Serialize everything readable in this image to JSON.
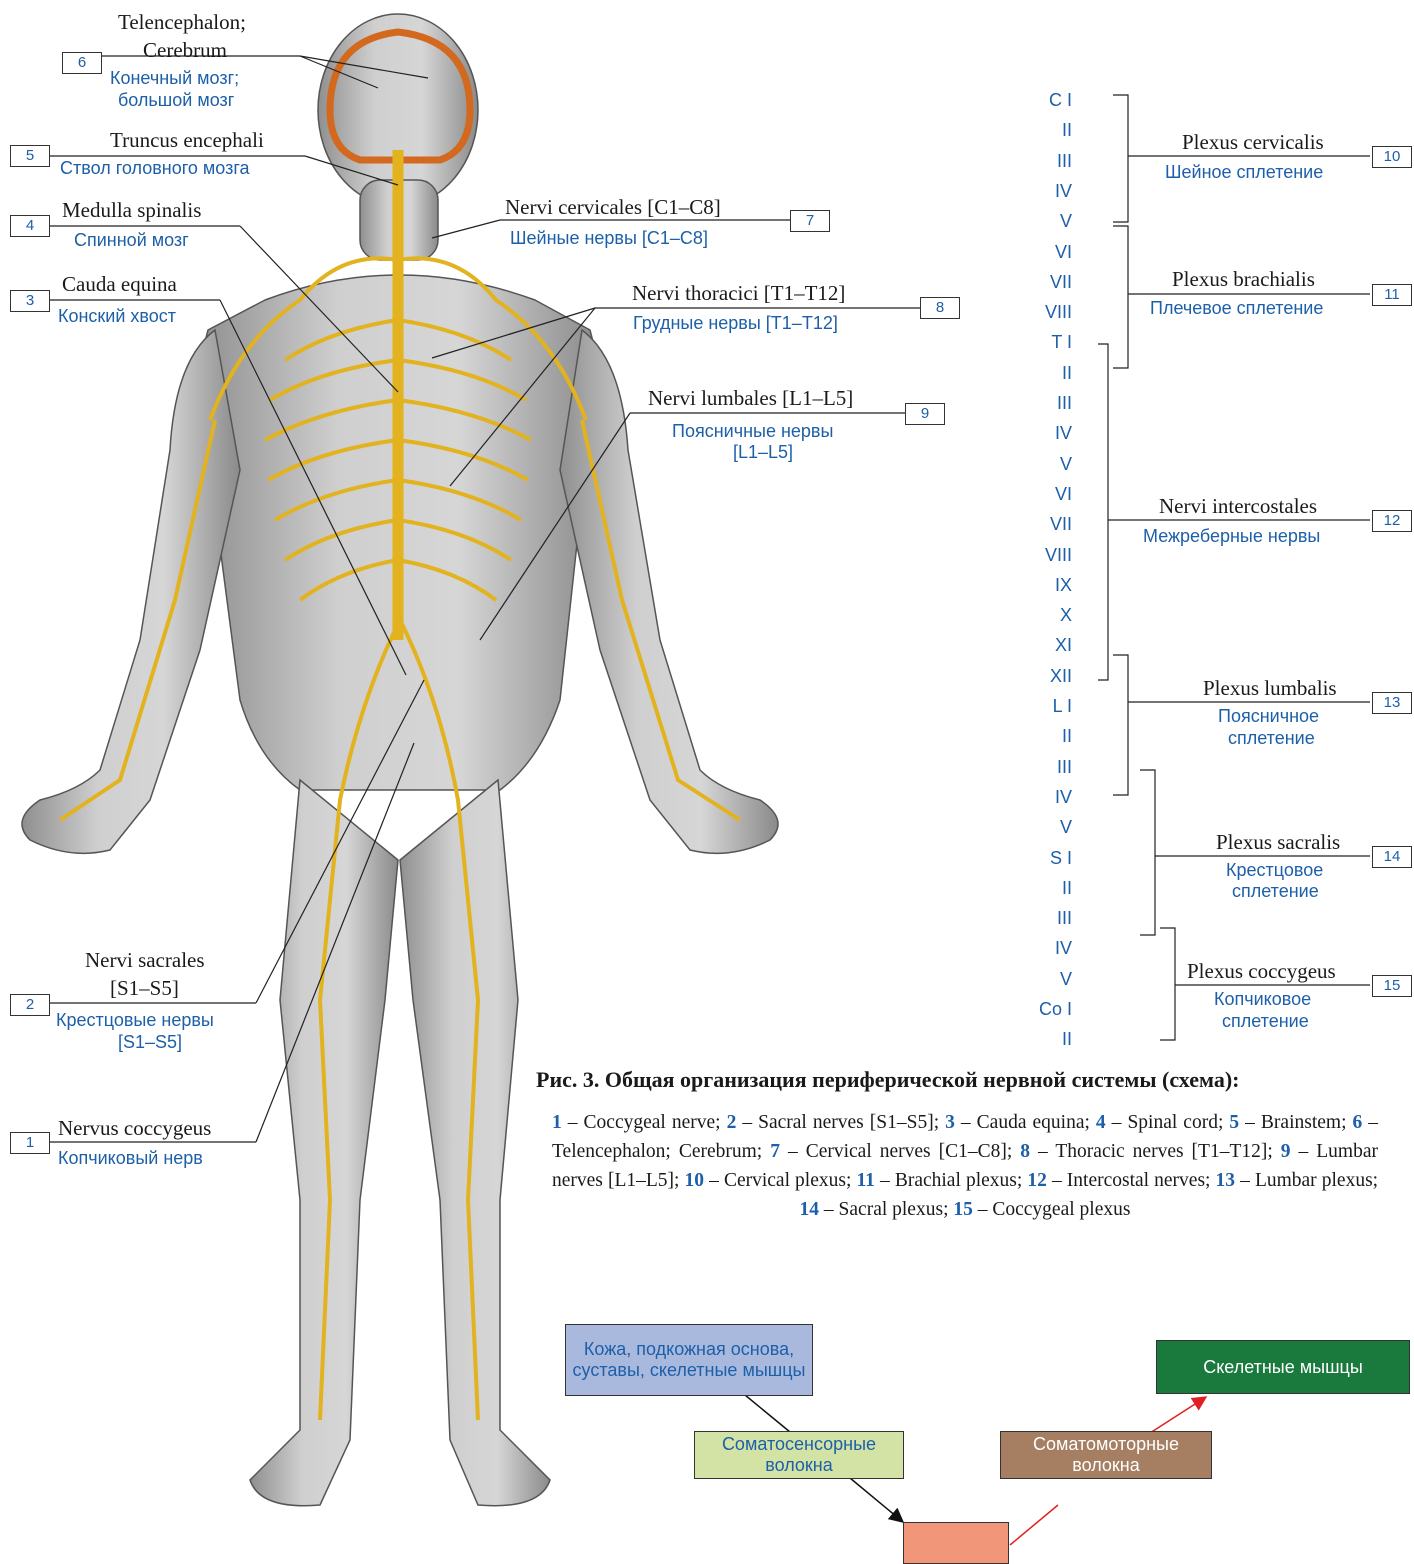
{
  "labels": {
    "l6": {
      "num": "6",
      "latin1": "Telencephalon;",
      "latin2": "Cerebrum",
      "ru1": "Конечный мозг;",
      "ru2": "большой мозг"
    },
    "l5": {
      "num": "5",
      "latin": "Truncus encephali",
      "ru": "Ствол головного мозга"
    },
    "l4": {
      "num": "4",
      "latin": "Medulla spinalis",
      "ru": "Спинной мозг"
    },
    "l3": {
      "num": "3",
      "latin": "Cauda equina",
      "ru": "Конский хвост"
    },
    "l2": {
      "num": "2",
      "latin1": "Nervi sacrales",
      "latin2": "[S1–S5]",
      "ru1": "Крестцовые нервы",
      "ru2": "[S1–S5]"
    },
    "l1": {
      "num": "1",
      "latin": "Nervus coccygeus",
      "ru": "Копчиковый нерв"
    },
    "l7": {
      "num": "7",
      "latin": "Nervi cervicales [C1–C8]",
      "ru": "Шейные нервы [C1–C8]"
    },
    "l8": {
      "num": "8",
      "latin": "Nervi thoracici [T1–T12]",
      "ru": "Грудные нервы [T1–T12]"
    },
    "l9": {
      "num": "9",
      "latin": "Nervi lumbales [L1–L5]",
      "ru1": "Поясничные нервы",
      "ru2": "[L1–L5]"
    }
  },
  "segments": [
    "C I",
    "II",
    "III",
    "IV",
    "V",
    "VI",
    "VII",
    "VIII",
    "T I",
    "II",
    "III",
    "IV",
    "V",
    "VI",
    "VII",
    "VIII",
    "IX",
    "X",
    "XI",
    "XII",
    "L I",
    "II",
    "III",
    "IV",
    "V",
    "S I",
    "II",
    "III",
    "IV",
    "V",
    "Co I",
    "II"
  ],
  "plexus": {
    "p10": {
      "num": "10",
      "latin": "Plexus cervicalis",
      "ru": "Шейное сплетение"
    },
    "p11": {
      "num": "11",
      "latin": "Plexus brachialis",
      "ru": "Плечевое сплетение"
    },
    "p12": {
      "num": "12",
      "latin": "Nervi intercostales",
      "ru": "Межреберные нервы"
    },
    "p13": {
      "num": "13",
      "latin": "Plexus lumbalis",
      "ru1": "Поясничное",
      "ru2": "сплетение"
    },
    "p14": {
      "num": "14",
      "latin": "Plexus sacralis",
      "ru1": "Крестцовое",
      "ru2": "сплетение"
    },
    "p15": {
      "num": "15",
      "latin": "Plexus coccygeus",
      "ru1": "Копчиковое",
      "ru2": "сплетение"
    }
  },
  "caption": {
    "title": "Рис. 3. Общая организация периферической нервной системы (схема):",
    "legend": [
      {
        "n": "1",
        "t": "Coccygeal nerve"
      },
      {
        "n": "2",
        "t": "Sacral nerves [S1–S5]"
      },
      {
        "n": "3",
        "t": "Cauda equina"
      },
      {
        "n": "4",
        "t": "Spinal cord"
      },
      {
        "n": "5",
        "t": "Brainstem"
      },
      {
        "n": "6",
        "t": "Telencephalon; Cerebrum"
      },
      {
        "n": "7",
        "t": "Cervical nerves [C1–C8]"
      },
      {
        "n": "8",
        "t": "Thoracic nerves [T1–T12]"
      },
      {
        "n": "9",
        "t": "Lumbar nerves [L1–L5]"
      },
      {
        "n": "10",
        "t": "Cervical plexus"
      },
      {
        "n": "11",
        "t": "Brachial plexus"
      },
      {
        "n": "12",
        "t": "Intercostal nerves"
      },
      {
        "n": "13",
        "t": "Lumbar plexus"
      },
      {
        "n": "14",
        "t": "Sacral plexus"
      },
      {
        "n": "15",
        "t": "Coccygeal plexus"
      }
    ]
  },
  "flow": {
    "skin": "Кожа, подкожная основа, суставы, скелетные мышцы",
    "muscles": "Скелетные мышцы",
    "sensory": "Соматосенсорные волокна",
    "motor": "Соматомоторные волокна"
  },
  "colors": {
    "blue_text": "#1d5fa8",
    "nerve": "#e2b21f",
    "skin_box": "#a9b9de",
    "muscles_box": "#1a7a3e",
    "sensory_box": "#d3e3a6",
    "motor_box": "#a67f62",
    "center_box": "#f2967a"
  }
}
